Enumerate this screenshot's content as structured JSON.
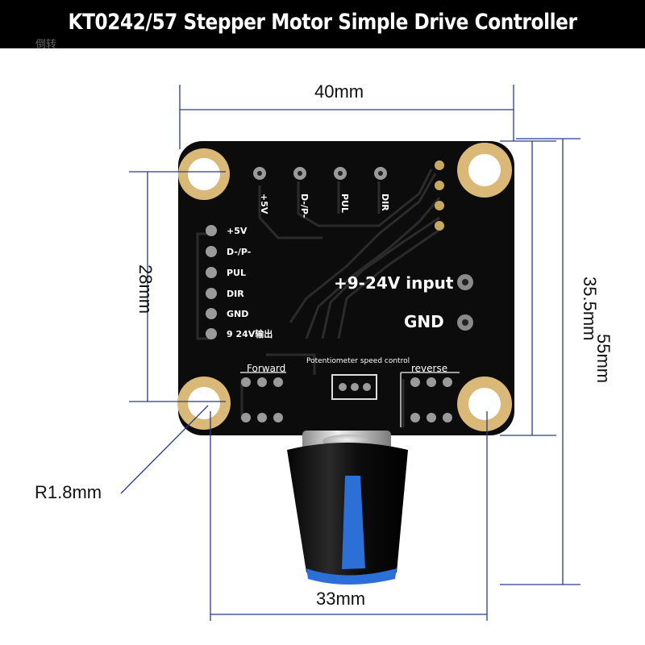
{
  "title": "KT0242/57 Stepper Motor Simple Drive Controller",
  "banner_faint": "倒转",
  "dimensions": {
    "width": "40mm",
    "hole_spacing_v": "28mm",
    "height_board": "35.5mm",
    "height_total": "55mm",
    "hole_radius": "R1.8mm",
    "hole_spacing_h": "33mm"
  },
  "board": {
    "top_pins": [
      "+5V",
      "D-/P-",
      "PUL",
      "DIR"
    ],
    "left_pins": [
      "+5V",
      "D-/P-",
      "PUL",
      "DIR",
      "GND",
      "9 24V输出"
    ],
    "power_input": "+9-24V input",
    "ground": "GND",
    "forward": "Forward",
    "potentiometer": "Potentiometer speed control",
    "reverse": "reverse"
  },
  "colors": {
    "board": "#0c0c0c",
    "pad": "#d9b878",
    "knob_accent": "#2c6fd6",
    "dimension_line": "#2a3a8a"
  }
}
